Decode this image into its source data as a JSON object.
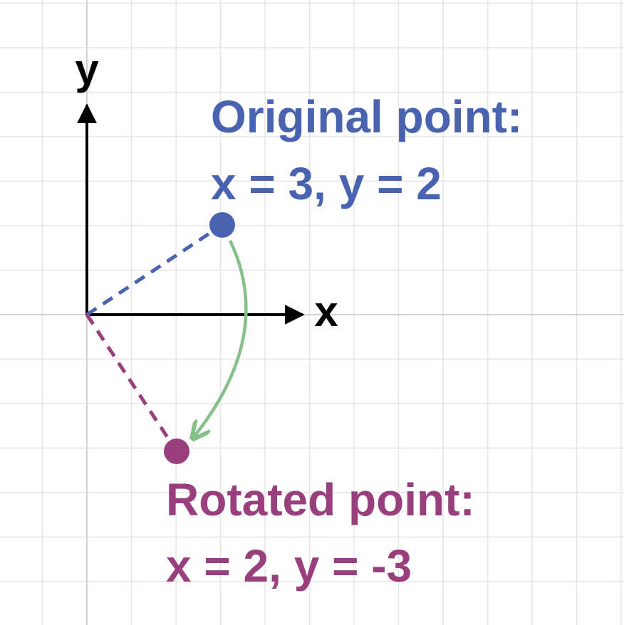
{
  "axes": {
    "x_label": "x",
    "y_label": "y"
  },
  "original": {
    "heading": "Original point:",
    "coords": "x = 3, y = 2",
    "x": 3,
    "y": 2,
    "color": "#4a63b0"
  },
  "rotated": {
    "heading": "Rotated point:",
    "coords": "x = 2, y = -3",
    "x": 2,
    "y": -3,
    "color": "#9a3f7e"
  },
  "arc": {
    "color": "#86c08a"
  },
  "colors": {
    "grid": "#e6e6e6",
    "axis": "#000000"
  }
}
